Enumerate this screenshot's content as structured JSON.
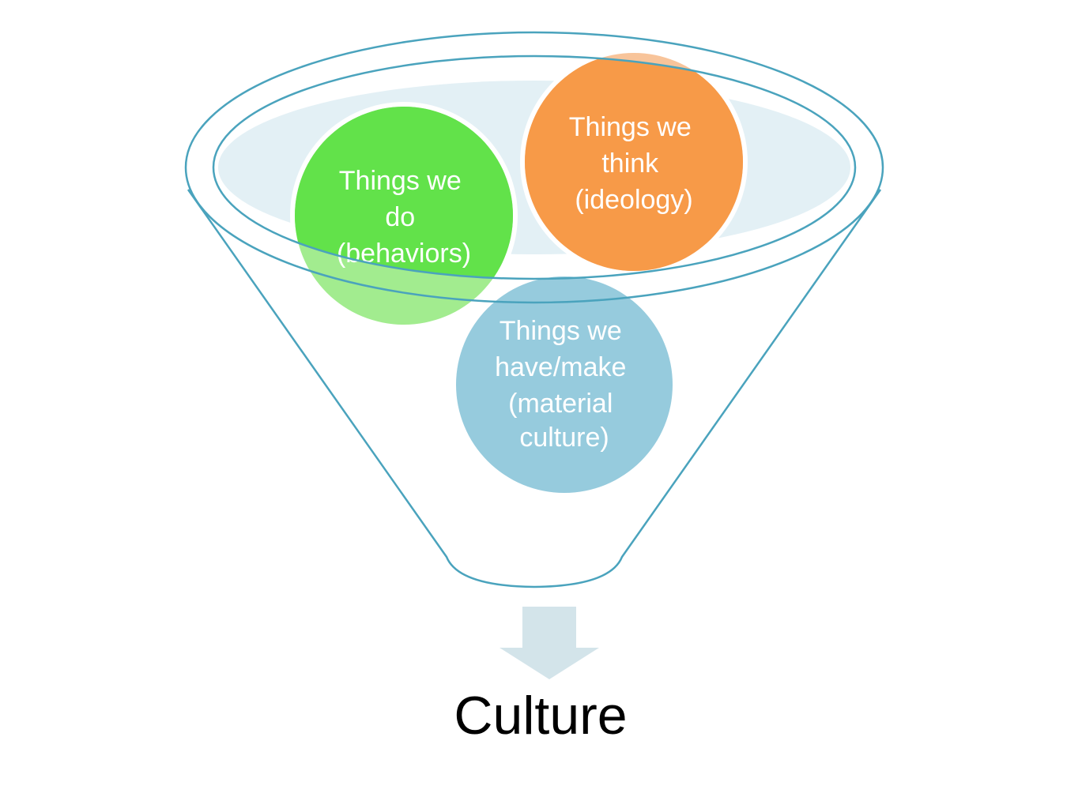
{
  "diagram": {
    "type": "funnel",
    "colors": {
      "funnel_outline": "#4aa3bd",
      "funnel_inner_fill": "#e3f0f5",
      "arrow": "#d3e4ea",
      "result_text": "#000000",
      "label_text": "#ffffff"
    },
    "circles": [
      {
        "id": "behaviors",
        "lines": [
          "Things we",
          "do",
          "(behaviors)"
        ],
        "color": "#62e24a",
        "color_below_rim": "#a2ec8f"
      },
      {
        "id": "ideology",
        "lines": [
          "Things we",
          "think",
          "(ideology)"
        ],
        "color": "#f79a48",
        "color_above_rim": "#f8c49a"
      },
      {
        "id": "material",
        "lines": [
          "Things we",
          "have/make",
          "(material",
          "culture)"
        ],
        "color": "#96cbdd"
      }
    ],
    "result": {
      "label": "Culture"
    }
  }
}
